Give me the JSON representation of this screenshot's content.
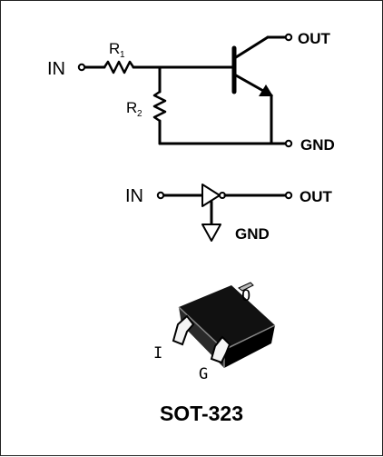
{
  "schematic": {
    "in_label": "IN",
    "out_label": "OUT",
    "gnd_label": "GND",
    "r1_letter": "R",
    "r1_sub": "1",
    "r2_letter": "R",
    "r2_sub": "2"
  },
  "symbol": {
    "in_label": "IN",
    "out_label": "OUT",
    "gnd_label": "GND"
  },
  "package": {
    "pin_o": "O",
    "pin_i": "I",
    "pin_g": "G",
    "name": "SOT-323"
  }
}
